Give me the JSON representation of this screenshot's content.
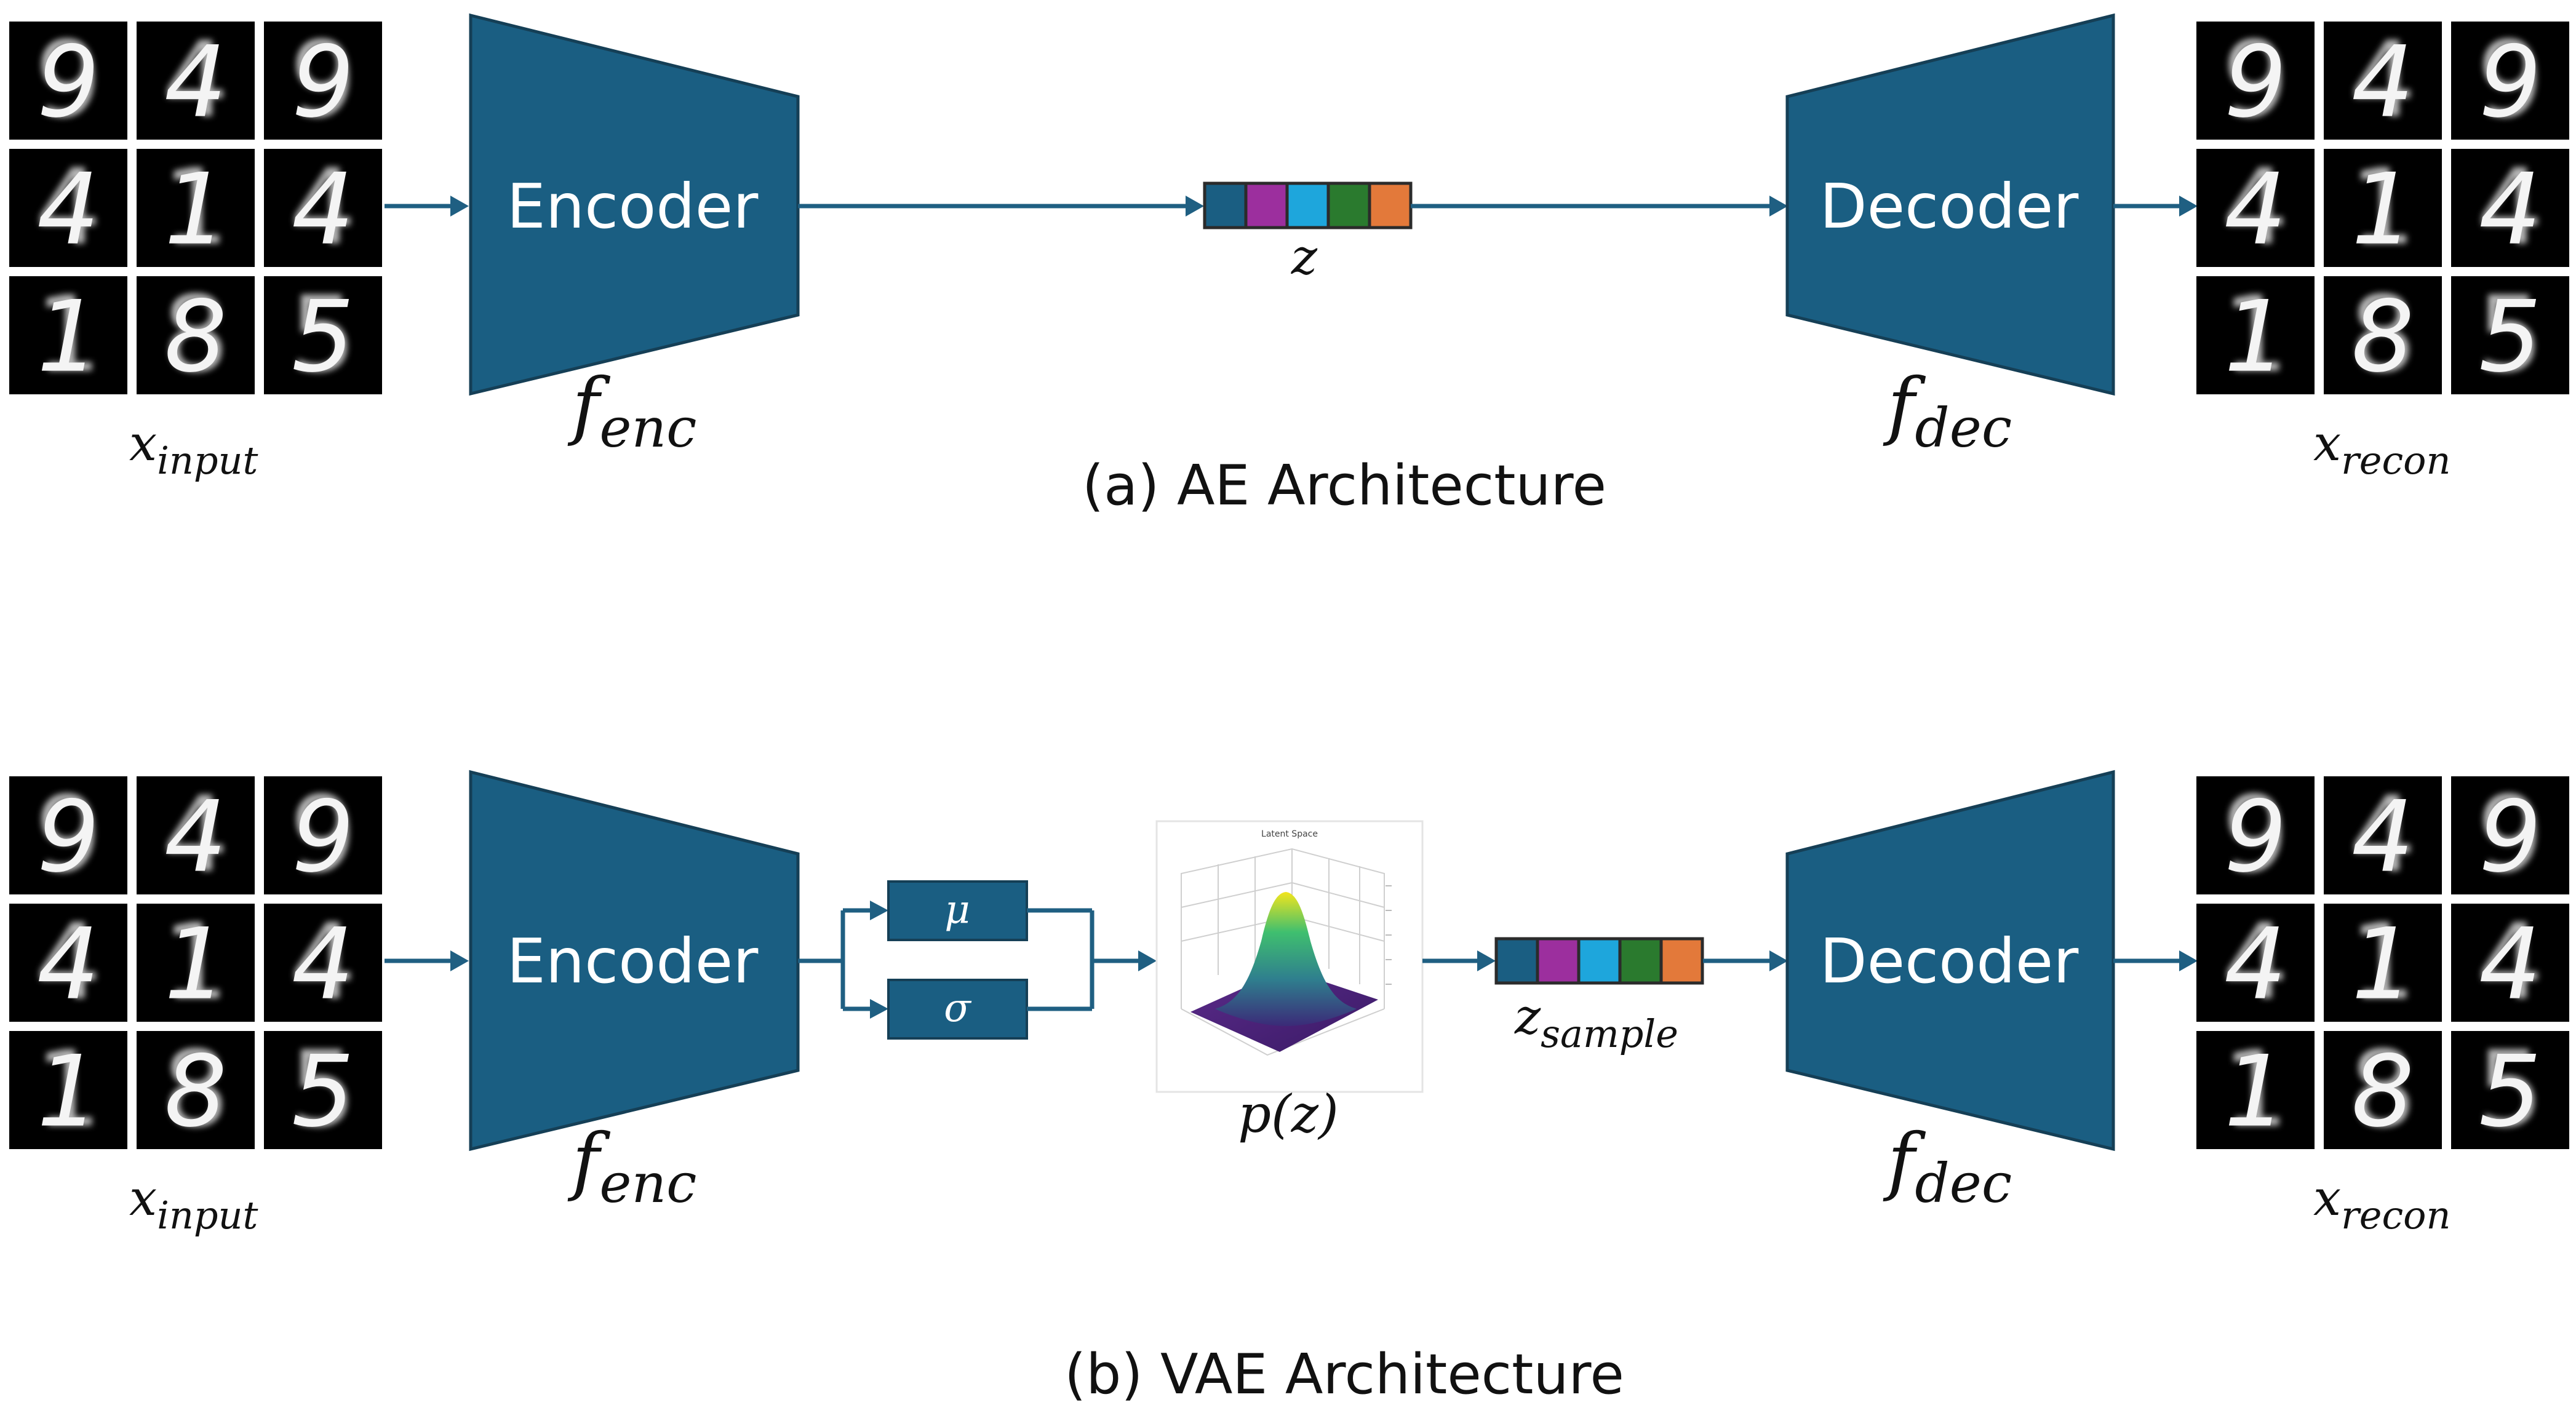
{
  "colors": {
    "block": "#1a5e82",
    "block_edge": "#153f56",
    "arrow": "#1f5f82",
    "latent_cells": [
      "#1a5e82",
      "#9c2f9e",
      "#1ea6dc",
      "#2a7a2e",
      "#e3793a"
    ]
  },
  "digits": {
    "input_grid": [
      "9",
      "4",
      "9",
      "4",
      "1",
      "4",
      "1",
      "8",
      "5"
    ],
    "recon_grid": [
      "9",
      "4",
      "9",
      "4",
      "1",
      "4",
      "1",
      "8",
      "5"
    ]
  },
  "ae": {
    "encoder_label": "Encoder",
    "decoder_label": "Decoder",
    "f_enc_base": "f",
    "f_enc_sub": "enc",
    "f_dec_base": "f",
    "f_dec_sub": "dec",
    "x_input_base": "x",
    "x_input_sub": "input",
    "x_recon_base": "x",
    "x_recon_sub": "recon",
    "z_label": "z",
    "caption": "(a) AE Architecture"
  },
  "vae": {
    "encoder_label": "Encoder",
    "decoder_label": "Decoder",
    "mu_label": "μ",
    "sigma_label": "σ",
    "pz_label": "p(z)",
    "plot_title": "Latent Space",
    "z_sample_base": "z",
    "z_sample_sub": "sample",
    "f_enc_base": "f",
    "f_enc_sub": "enc",
    "f_dec_base": "f",
    "f_dec_sub": "dec",
    "x_input_base": "x",
    "x_input_sub": "input",
    "x_recon_base": "x",
    "x_recon_sub": "recon",
    "caption": "(b) VAE Architecture"
  }
}
